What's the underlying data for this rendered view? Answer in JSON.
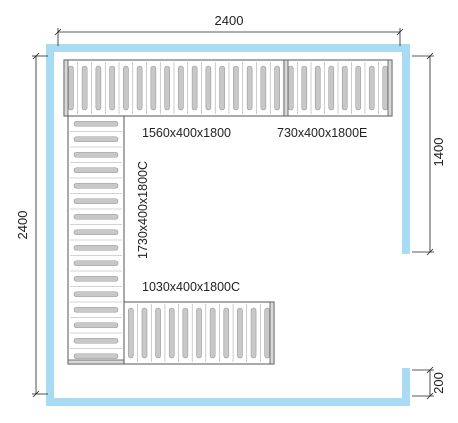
{
  "dimensions": {
    "top_width": "2400",
    "left_height": "2400",
    "right_upper": "1400",
    "right_lower": "200"
  },
  "shelves": {
    "top_long": "1560x400x1800",
    "top_short": "730x400x1800E",
    "left_vertical": "1730x400x1800C",
    "bottom": "1030x400x1800C"
  },
  "colors": {
    "wall": "#a9dcf3",
    "outline": "#555555",
    "slat_fill": "#c8c8c8",
    "slat_stroke": "#9a9a9a"
  }
}
